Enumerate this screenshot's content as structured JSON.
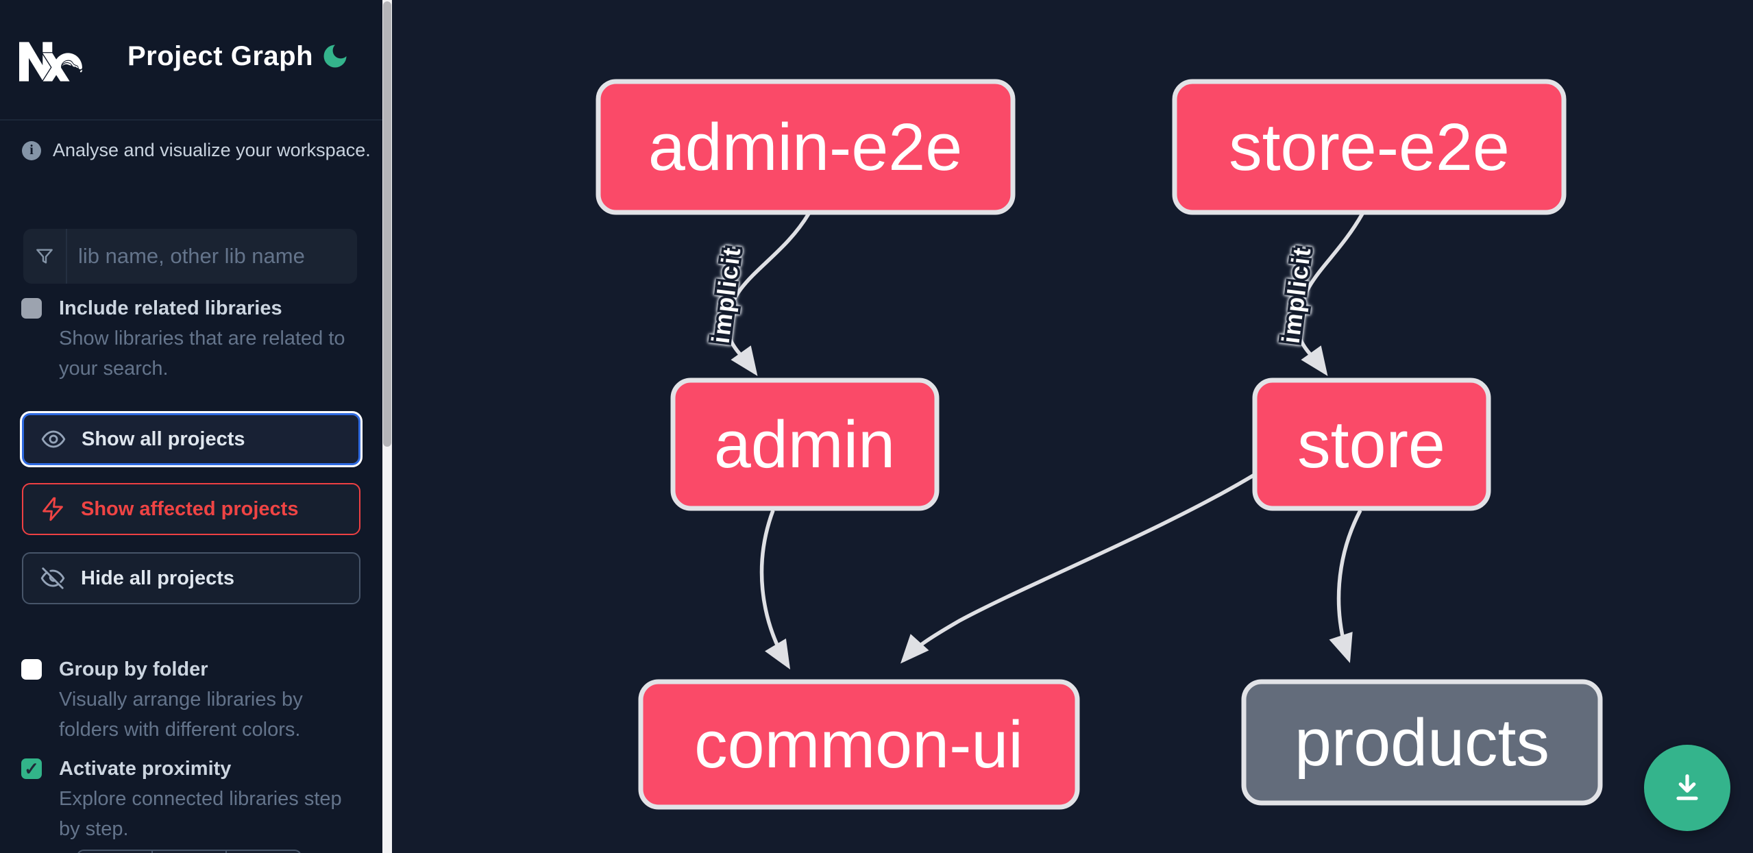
{
  "app": {
    "title": "Project Graph"
  },
  "icons": {
    "check": "✓",
    "info": "i"
  },
  "sidebar": {
    "tagline": "Analyse and visualize your workspace.",
    "search": {
      "placeholder": "lib name, other lib name",
      "value": ""
    },
    "toggles": [
      {
        "label": "Include related libraries",
        "description": "Show libraries that are related to\nyour search.",
        "checked": false
      },
      {
        "label": "Group by folder",
        "description": "Visually arrange libraries by\nfolders with different colors.",
        "checked": false
      },
      {
        "label": "Activate proximity",
        "description": "Explore connected libraries step\nby step.",
        "checked": true
      }
    ],
    "buttons": [
      {
        "label": "Show all projects",
        "icon": "eye-icon",
        "state": "focused"
      },
      {
        "label": "Show affected projects",
        "icon": "bolt-icon",
        "state": "affected"
      },
      {
        "label": "Hide all projects",
        "icon": "eye-off-icon",
        "state": "normal"
      }
    ]
  },
  "graph": {
    "nodes": [
      {
        "id": "admin-e2e",
        "label": "admin-e2e",
        "style": "affected"
      },
      {
        "id": "store-e2e",
        "label": "store-e2e",
        "style": "affected"
      },
      {
        "id": "admin",
        "label": "admin",
        "style": "affected"
      },
      {
        "id": "store",
        "label": "store",
        "style": "affected"
      },
      {
        "id": "common-ui",
        "label": "common-ui",
        "style": "affected"
      },
      {
        "id": "products",
        "label": "products",
        "style": "default"
      }
    ],
    "edges": [
      {
        "source": "admin-e2e",
        "target": "admin",
        "label": "implicit"
      },
      {
        "source": "store-e2e",
        "target": "store",
        "label": "implicit"
      },
      {
        "source": "admin",
        "target": "common-ui",
        "label": ""
      },
      {
        "source": "store",
        "target": "common-ui",
        "label": ""
      },
      {
        "source": "store",
        "target": "products",
        "label": ""
      }
    ]
  },
  "fab": {
    "icon": "download-icon"
  },
  "colors": {
    "background": "#131b2c",
    "sidebar_background": "#101828",
    "node_affected": "#fa4a68",
    "node_default": "#636c7b",
    "node_border": "#e2e3e7",
    "edge": "#dfe0e4",
    "focus_ring_blue": "#2f6ae0",
    "affected_red": "#ef4444",
    "accent_green": "#34b48c"
  }
}
